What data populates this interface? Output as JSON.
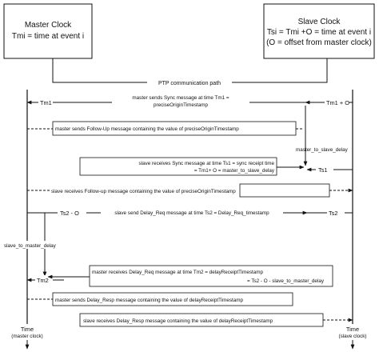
{
  "master_box": {
    "line1": "Master Clock",
    "line2": "Tmi = time at event i"
  },
  "slave_box": {
    "line1": "Slave Clock",
    "line2": "Tsi = Tmi +O = time at event i",
    "line3": "(O = offset from master clock)"
  },
  "path_label": "PTP communication path",
  "tm1_left": "Tm1",
  "sync_msg": {
    "line1": "master sends Sync message at time Tm1 =",
    "line2": "preciseOriginTimestamp"
  },
  "tm1_o": "Tm1 + O",
  "followup_send": "master sends Follow-Up message containing the value of preciseOriginTimestamp",
  "m2s_delay": "master_to_slave_delay",
  "sync_receive": {
    "line1": "slave receives Sync message at time Ts1 = sync receipt time",
    "line2": "= Tm1+ O = master_to_slave_delay"
  },
  "ts1": "Ts1",
  "followup_receive": "slave receives Follow-up message containing the value of preciseOriginTimestamp",
  "ts2_o": "Ts2 - O",
  "delay_req_send": "slave send Delay_Req message at time Ts2 = Delay_Req_timestamp",
  "ts2": "Ts2",
  "s2m_delay": "slave_to_master_delay",
  "tm2": "Tm2",
  "delay_req_receive": {
    "line1": "master receives Delay_Req message at time Tm2 = delayReceiptTimestamp",
    "line2": "= Ts2 - O - slave_to_master_delay"
  },
  "delay_resp_send": "master sends Delay_Resp message containing the value of delayReceiptTimestamp",
  "delay_resp_receive": "slave receives Delay_Resp message containing the value of delayReceiptTimestamp",
  "time_master": {
    "line1": "Time",
    "line2": "(master clock)"
  },
  "time_slave": {
    "line1": "Time",
    "line2": "(slave clock)"
  }
}
